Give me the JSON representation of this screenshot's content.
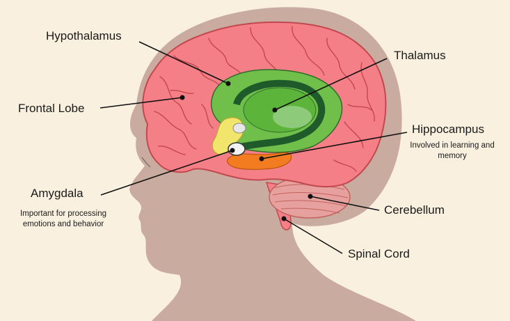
{
  "labels": {
    "hypothalamus": "Hypothalamus",
    "thalamus": "Thalamus",
    "frontal_lobe": "Frontal Lobe",
    "hippocampus": "Hippocampus",
    "hippocampus_note": "Involved in learning and memory",
    "amygdala": "Amygdala",
    "amygdala_note": "Important for processing emotions and behavior",
    "cerebellum": "Cerebellum",
    "spinal_cord": "Spinal Cord"
  },
  "colors": {
    "background": "#f9f0df",
    "head": "#c9aba0",
    "cerebrum": "#f47f86",
    "thalamus": "#6fbf4a",
    "hypothalamus_yellow": "#f2e56b",
    "hippocampus": "#f47c20",
    "cerebellum": "#e6a19f"
  }
}
